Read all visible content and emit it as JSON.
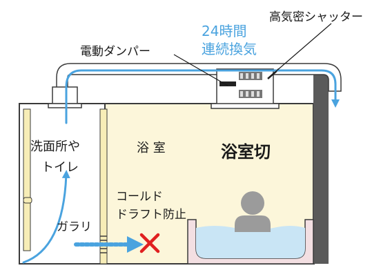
{
  "labels": {
    "shutter": "高気密シャッター",
    "continuous_line1": "24時間",
    "continuous_line2": "連続換気",
    "damper": "電動ダンパー",
    "washroom_line1": "洗面所や",
    "washroom_line2": "トイレ",
    "bathroom": "浴 室",
    "bath_cutoff": "浴室切",
    "cold_line1": "コールド",
    "cold_line2": "ドラフト防止",
    "gallery": "ガラリ"
  },
  "colors": {
    "airflow": "#4aa3df",
    "bathroom_fill": "#fcf6da",
    "water": "#c9e5f5",
    "tub": "#f3dfe2",
    "wall": "#5a5a5a",
    "door": "#f7edb7",
    "cross": "#e02020",
    "person": "#9b9b9b"
  },
  "icons": [
    "fan-icon",
    "cross-icon",
    "person-icon"
  ]
}
